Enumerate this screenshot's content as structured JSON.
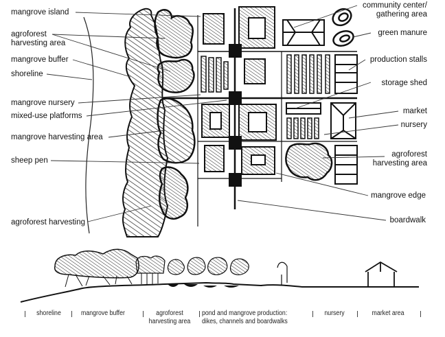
{
  "plan_labels_left": [
    {
      "id": "mangrove-island",
      "text": "mangrove island"
    },
    {
      "id": "agroforest-harvesting-area",
      "text": "agroforest\nharvesting area"
    },
    {
      "id": "mangrove-buffer",
      "text": "mangrove buffer"
    },
    {
      "id": "shoreline",
      "text": "shoreline"
    },
    {
      "id": "mangrove-nursery",
      "text": "mangrove nursery"
    },
    {
      "id": "mixed-use-platforms",
      "text": "mixed-use platforms"
    },
    {
      "id": "mangrove-harvesting-area",
      "text": "mangrove harvesting area"
    },
    {
      "id": "sheep-pen",
      "text": "sheep pen"
    },
    {
      "id": "agroforest-harvesting",
      "text": "agroforest harvesting"
    }
  ],
  "plan_labels_right": [
    {
      "id": "community-center",
      "line1": "community center/",
      "line2": "gathering area"
    },
    {
      "id": "green-manure",
      "line1": "green manure"
    },
    {
      "id": "production-stalls",
      "line1": "production stalls"
    },
    {
      "id": "storage-shed",
      "line1": "storage shed"
    },
    {
      "id": "market",
      "line1": "market"
    },
    {
      "id": "nursery",
      "line1": "nursery"
    },
    {
      "id": "agroforest-harvesting-area-right",
      "line1": "agroforest",
      "line2": "harvesting area"
    },
    {
      "id": "mangrove-edge",
      "line1": "mangrove edge"
    },
    {
      "id": "boardwalk",
      "line1": "boardwalk"
    }
  ],
  "section_labels": [
    {
      "id": "shoreline",
      "line1": "shoreline"
    },
    {
      "id": "mangrove-buffer",
      "line1": "mangrove buffer"
    },
    {
      "id": "agroforest-harvesting-area",
      "line1": "agroforest",
      "line2": "harvesting area"
    },
    {
      "id": "pond-and-mangrove-production",
      "line1": "pond and mangrove production:",
      "line2": "dikes, channels and boardwalks"
    },
    {
      "id": "nursery",
      "line1": "nursery"
    },
    {
      "id": "market-area",
      "line1": "market area"
    }
  ],
  "colors": {
    "ink": "#111111",
    "paper": "#ffffff",
    "leader": "#333333"
  }
}
